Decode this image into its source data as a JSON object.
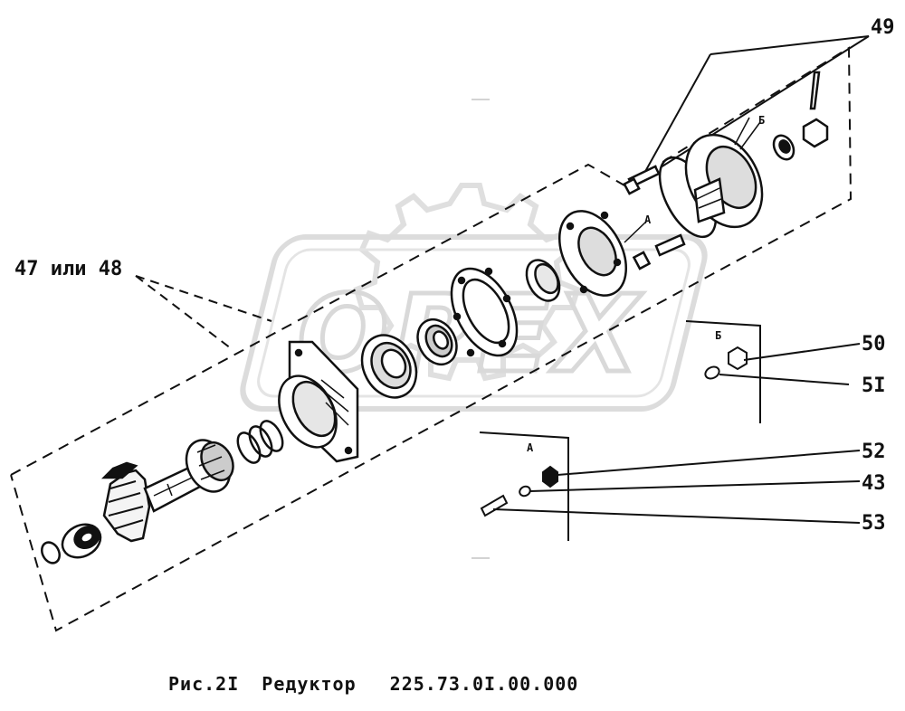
{
  "labels": {
    "label_49": "49",
    "label_47_48": "47 или 48",
    "label_50": "50",
    "label_51": "5I",
    "label_52": "52",
    "label_43": "43",
    "label_53": "53",
    "label_A_main": "A",
    "label_B_main": "Б",
    "label_A_detail": "A",
    "label_B_detail": "Б"
  },
  "caption": {
    "figure": "Рис.2I",
    "title": "Редуктор",
    "code": "225.73.0I.00.000"
  },
  "watermark": {
    "text": "OPEX"
  },
  "colors": {
    "ink": "#111111",
    "watermark": "#d9d9d9",
    "background": "#ffffff"
  }
}
